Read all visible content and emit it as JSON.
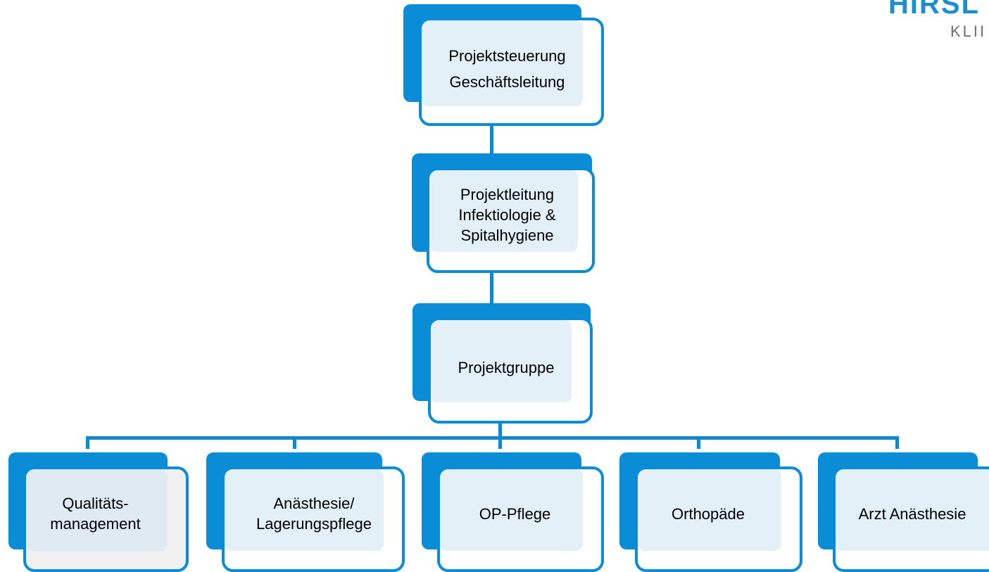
{
  "logo": {
    "name": "HIRSL",
    "subtitle": "KLII"
  },
  "colors": {
    "accent": "#0a8dd6",
    "connector": "#1487c9",
    "box_fill": "#e3f0f8",
    "qm_fill": "#dfeaf2"
  },
  "org_chart": {
    "level1": {
      "label": "Projektsteuerung\nGeschäftsleitung"
    },
    "level2": {
      "label": "Projektleitung\nInfektiologie &\nSpitalhygiene"
    },
    "level3": {
      "label": "Projektgruppe"
    },
    "members": [
      {
        "label": "Qualitäts-\nmanagement"
      },
      {
        "label": "Anästhesie/\nLagerungspflege"
      },
      {
        "label": "OP-Pflege"
      },
      {
        "label": "Orthopäde"
      },
      {
        "label": "Arzt Anästhesie"
      }
    ]
  }
}
